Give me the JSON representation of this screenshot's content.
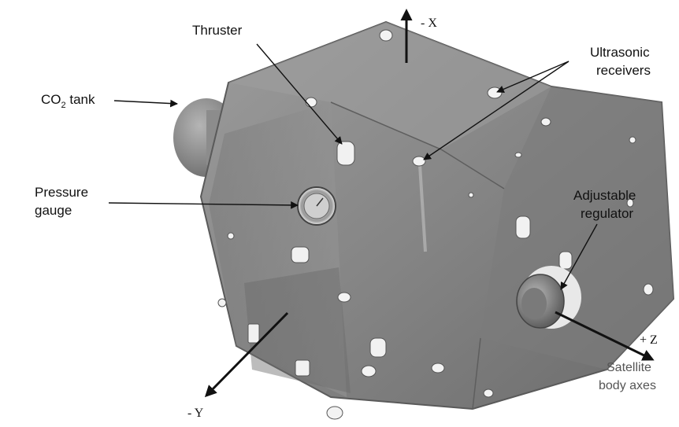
{
  "labels": {
    "thruster": "Thruster",
    "ultrasonic_line1": "Ultrasonic",
    "ultrasonic_line2": "receivers",
    "co2_prefix": "CO",
    "co2_sub": "2",
    "co2_suffix": " tank",
    "pressure_line1": "Pressure",
    "pressure_line2": "gauge",
    "regulator_line1": "Adjustable",
    "regulator_line2": "regulator",
    "body_axes_line1": "Satellite",
    "body_axes_line2": "body axes"
  },
  "axes": {
    "minus_x": "- X",
    "plus_z": "+ Z",
    "minus_y": "- Y"
  },
  "colors": {
    "body": "#8a8a8a",
    "body_dark": "#6e6e6e",
    "body_light": "#a8a8a8",
    "hole": "#f2f2f2",
    "ink": "#111111"
  }
}
